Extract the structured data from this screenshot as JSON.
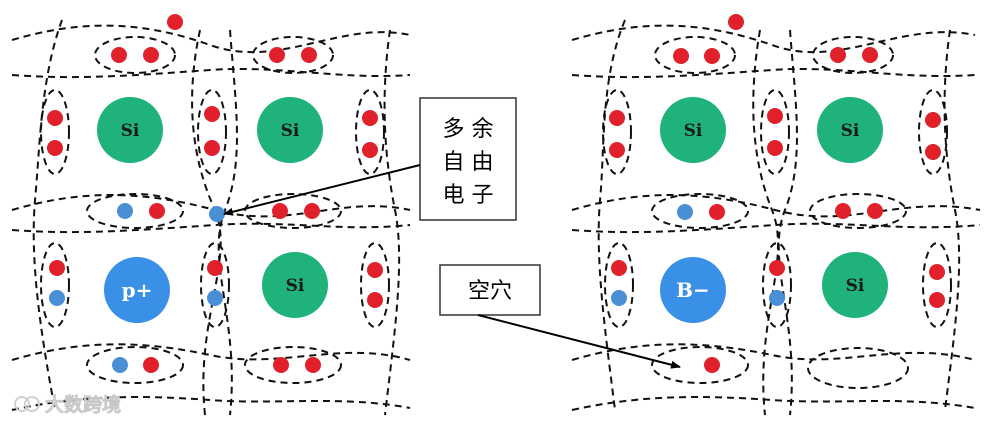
{
  "left_lattice": {
    "atoms": [
      "Si",
      "Si",
      "p+",
      "Si"
    ],
    "callout": {
      "lines": [
        "多 余",
        "自 由",
        "电 子"
      ]
    }
  },
  "right_lattice": {
    "atoms": [
      "Si",
      "Si",
      "B−",
      "Si"
    ],
    "callout": {
      "text": "空穴"
    }
  },
  "watermark": {
    "text": "大数跨境"
  },
  "colors": {
    "si_atom": "#1fb27a",
    "dopant_atom": "#3a8fe6",
    "bound_electron": "#e0212b",
    "free_or_donor_electron": "#4a8fd6",
    "bond_line": "#111111"
  }
}
